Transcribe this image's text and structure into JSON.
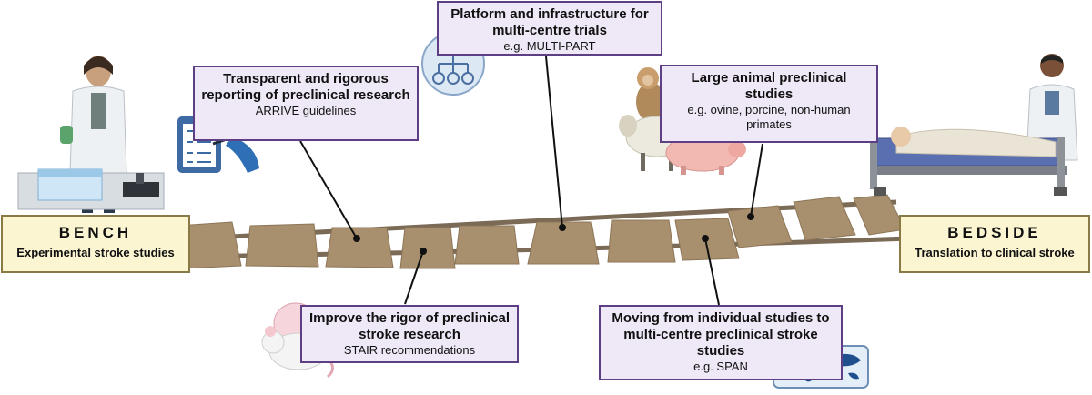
{
  "colors": {
    "plank": "#a8906f",
    "plank_dark": "#8c7557",
    "rail": "#7a6a56",
    "box_fill": "#efe9f7",
    "box_border": "#5e3f86",
    "end_fill": "#fbf5d2",
    "end_border": "#8a7a46"
  },
  "bench": {
    "title": "BENCH",
    "subtitle": "Experimental stroke studies"
  },
  "bedside": {
    "title": "BEDSIDE",
    "subtitle": "Translation to clinical stroke"
  },
  "callouts": {
    "reporting": {
      "title": "Transparent and rigorous reporting of preclinical research",
      "detail": "ARRIVE guidelines"
    },
    "platform": {
      "title": "Platform and infrastructure for multi-centre trials",
      "detail": "e.g. MULTI-PART"
    },
    "large_animal": {
      "title": "Large animal preclinical studies",
      "detail": "e.g. ovine, porcine, non-human primates"
    },
    "rigor": {
      "title": "Improve the rigor of preclinical stroke research",
      "detail": "STAIR recommendations"
    },
    "multicentre": {
      "title": "Moving from individual studies to multi-centre preclinical stroke studies",
      "detail": "e.g. SPAN"
    }
  },
  "icons": [
    "scientist-icon",
    "lab-equipment-icon",
    "checklist-icon",
    "network-icon",
    "monkey-icon",
    "sheep-icon",
    "pig-icon",
    "mouse-icon",
    "world-map-icon",
    "doctor-icon",
    "hospital-bed-icon"
  ]
}
